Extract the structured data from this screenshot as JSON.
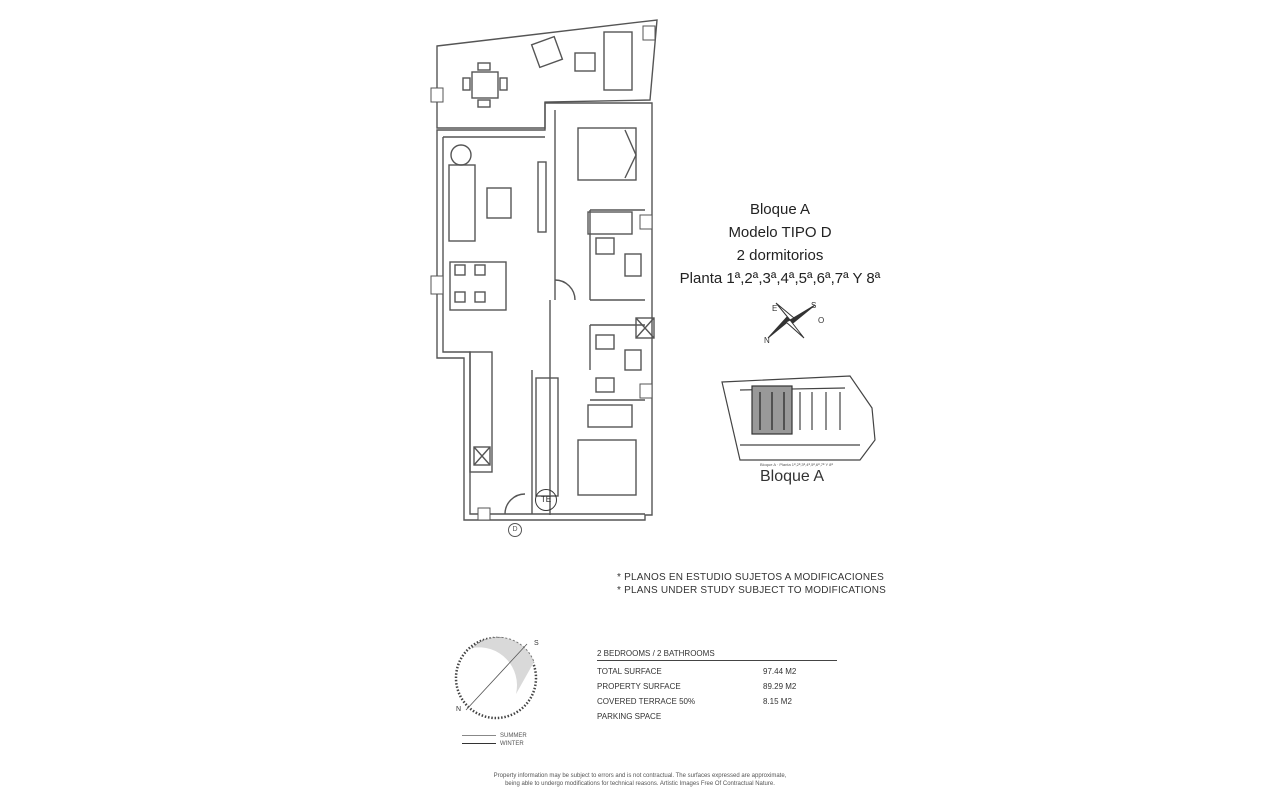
{
  "header": {
    "block": "Bloque A",
    "model": "Modelo TIPO D",
    "bedrooms": "2 dormitorios",
    "floors": "Planta 1ª,2ª,3ª,4ª,5ª,6ª,7ª Y 8ª"
  },
  "keyplan": {
    "label": "Bloque A",
    "caption": "Bloque A · Planta 1ª,2ª,3ª,4ª,5ª,6ª,7ª Y 8ª"
  },
  "compass": {
    "n": "N",
    "s": "S",
    "e": "E",
    "o": "O"
  },
  "plan_tags": {
    "te": "TE",
    "d": "D"
  },
  "notes": [
    "* PLANOS EN ESTUDIO SUJETOS A MODIFICACIONES",
    "* PLANS UNDER STUDY SUBJECT TO MODIFICATIONS"
  ],
  "surface": {
    "heading": "2 BEDROOMS / 2 BATHROOMS",
    "rows": [
      {
        "label": "TOTAL SURFACE",
        "value": "97.44 M2"
      },
      {
        "label": "PROPERTY SURFACE",
        "value": "89.29 M2"
      },
      {
        "label": "COVERED TERRACE 50%",
        "value": "8.15 M2"
      },
      {
        "label": "PARKING SPACE",
        "value": ""
      }
    ]
  },
  "sun_legend": {
    "summer": "SUMMER",
    "winter": "WINTER"
  },
  "sun_diagram": {
    "s": "S",
    "n": "N"
  },
  "disclaimer": [
    "Property information may be subject to errors and is not contractual. The surfaces expressed are approximate,",
    "being able to undergo modifications for technical reasons. Artistic Images Free Of Contractual Nature."
  ],
  "colors": {
    "ink": "#333333",
    "wall": "#555555",
    "shade": "#d9d9d9"
  }
}
